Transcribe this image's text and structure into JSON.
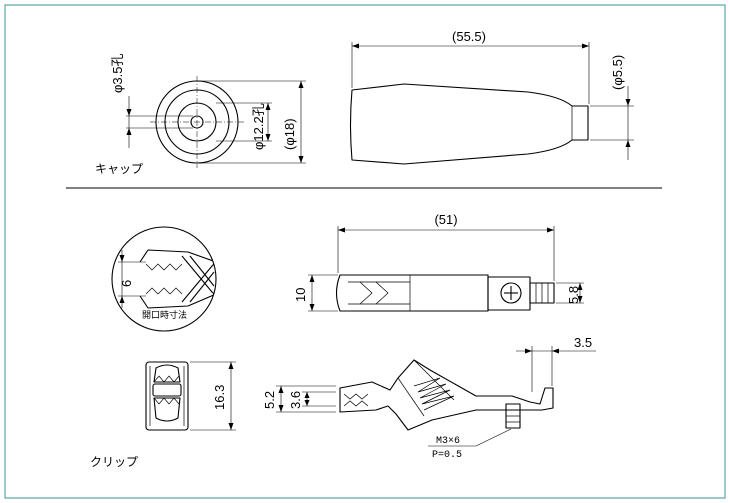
{
  "frame_color": "#5aa6a6",
  "cap_section": {
    "caption": "キャップ",
    "hole_diameter": "φ3.5孔",
    "inner_diameter": "φ12.2孔",
    "outer_diameter": "(φ18)",
    "overall_length": "(55.5)",
    "tip_diameter": "(φ5.5)"
  },
  "clip_section": {
    "caption": "クリップ",
    "overall_length": "(51)",
    "body_height": "10",
    "tail_height": "5.8",
    "jaw_opening": "6",
    "jaw_opening_note": "開口時寸法",
    "end_width": "16.3",
    "dim_5_2": "5.2",
    "dim_3_6": "3.6",
    "dim_3_5": "3.5",
    "screw_spec": "M3×6",
    "screw_pitch": "P=0.5"
  }
}
